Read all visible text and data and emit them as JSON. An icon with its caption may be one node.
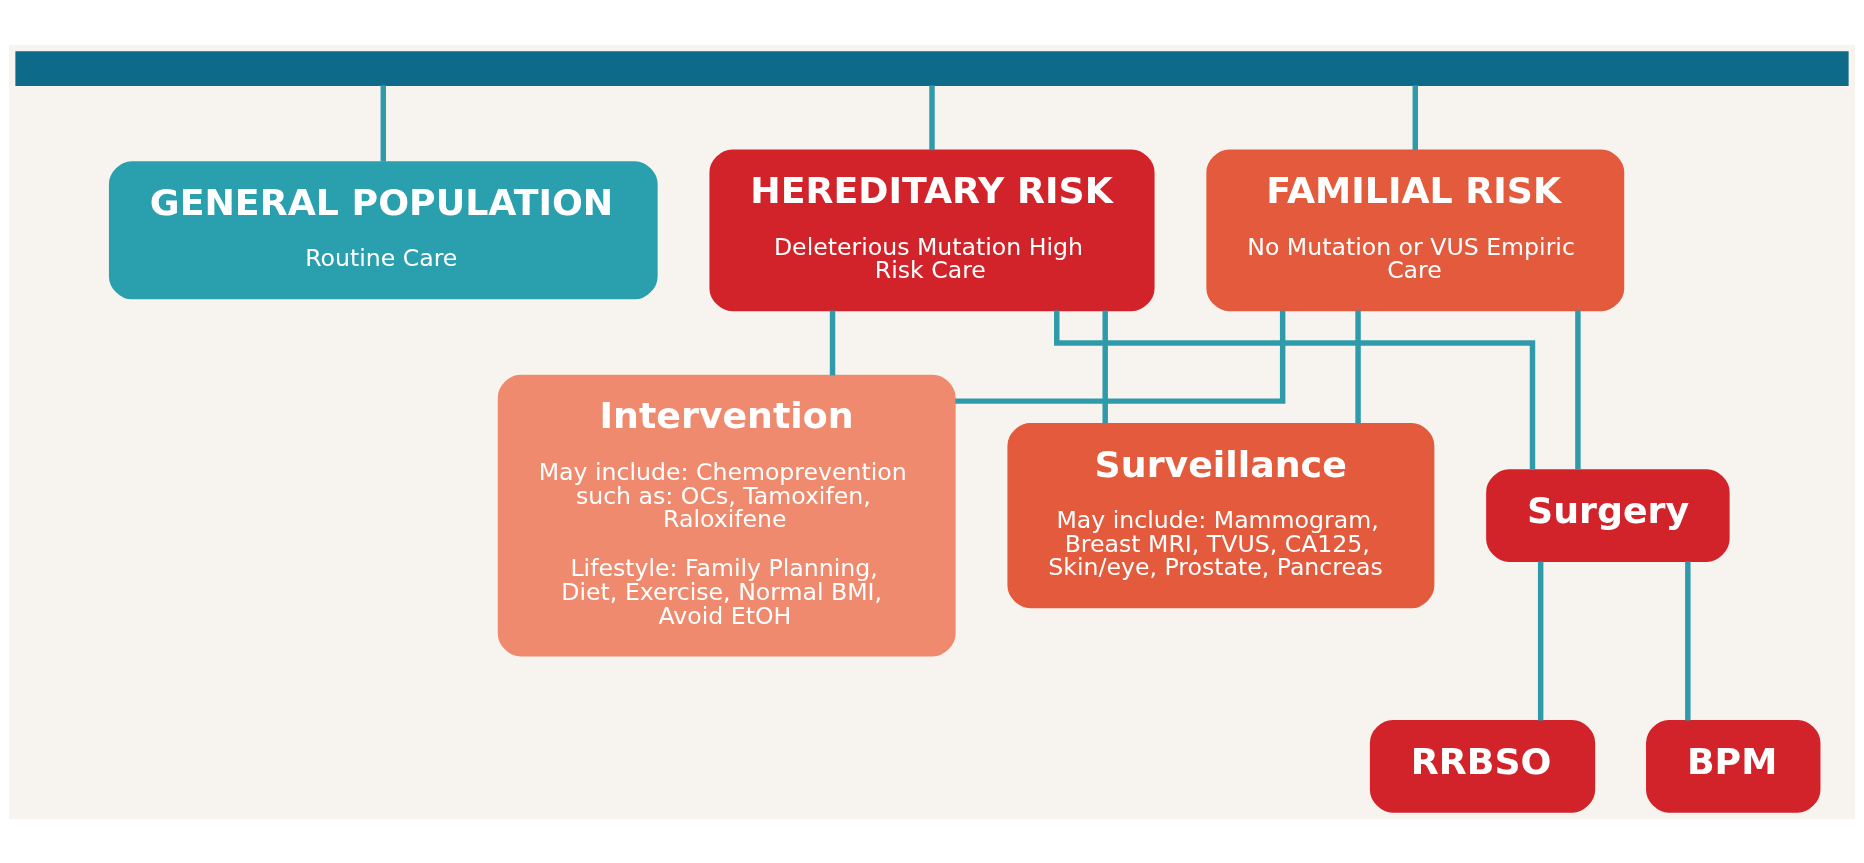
{
  "diagram": {
    "nodes": [
      {
        "text": [],
        "shape": "bar"
      },
      {
        "text": [
          "GENERAL POPULATION",
          "Routine Care"
        ]
      },
      {
        "text": [
          "FAMILIAL RISK",
          "No Mutation or VUS Empiric Care"
        ]
      },
      {
        "text": [
          "HEREDITARY RISK",
          "Deleterious Mutation High Risk Care"
        ]
      },
      {
        "text": [
          "Intervention",
          "May include: Chemoprevention such as: OCs, Tamoxifen, Raloxifene",
          "Lifestyle: Family Planning, Diet, Exercise, Normal BMI, Avoid EtOH"
        ]
      },
      {
        "text": [
          "Surveillance",
          "May include: Mammogram, Breast MRI, TVUS, CA125, Skin/eye, Prostate, Pancreas"
        ]
      },
      {
        "text": [
          "Surgery"
        ]
      },
      {
        "text": [
          "RRBSO"
        ]
      },
      {
        "text": [
          "BPM"
        ]
      }
    ],
    "edges": [
      {
        "from": 0,
        "to": 1,
        "arrow": "none"
      },
      {
        "from": 0,
        "to": 2,
        "arrow": "none"
      },
      {
        "from": 0,
        "to": 3,
        "arrow": "none"
      },
      {
        "from": 2,
        "to": 4,
        "arrow": "none"
      },
      {
        "from": 2,
        "to": 5,
        "arrow": "none"
      },
      {
        "from": 2,
        "to": 6,
        "arrow": "none"
      },
      {
        "from": 3,
        "to": 4,
        "arrow": "none"
      },
      {
        "from": 3,
        "to": 5,
        "arrow": "none"
      },
      {
        "from": 3,
        "to": 6,
        "arrow": "none"
      },
      {
        "from": 6,
        "to": 7,
        "arrow": "none"
      },
      {
        "from": 6,
        "to": 8,
        "arrow": "none"
      }
    ]
  }
}
